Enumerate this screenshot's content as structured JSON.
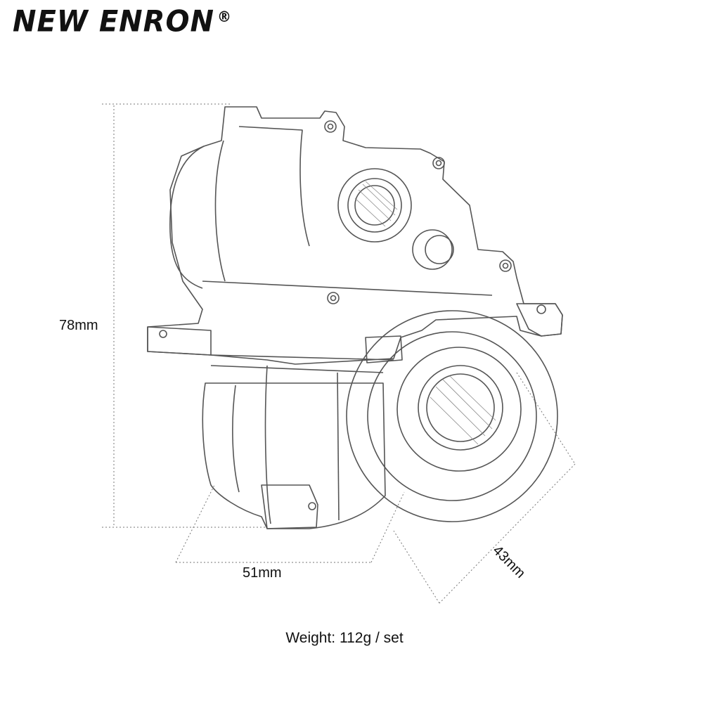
{
  "brand": {
    "name": "NEW ENRON",
    "registered": "®"
  },
  "product": {
    "icon": "gearbox-housing-sketch"
  },
  "dimensions": {
    "height": "78mm",
    "width": "51mm",
    "depth": "43mm"
  },
  "weight_text": "Weight: 112g / set"
}
